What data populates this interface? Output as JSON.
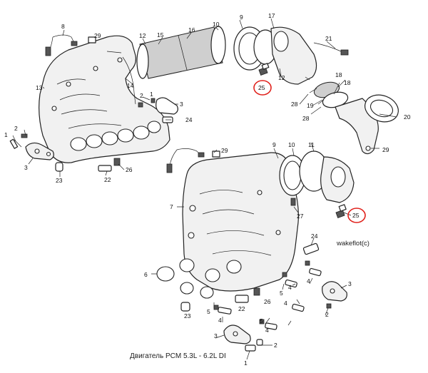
{
  "diagram": {
    "caption": "Двигатель PCM 5.3L - 6.2L DI",
    "watermark": "wakeflot(c)",
    "upper_assembly": {
      "labels": [
        "8",
        "29",
        "12",
        "15",
        "16",
        "10",
        "9",
        "17",
        "21",
        "13",
        "14",
        "2",
        "1",
        "3",
        "24",
        "25",
        "12",
        "18",
        "18",
        "28",
        "19",
        "28",
        "20",
        "29",
        "2",
        "1",
        "3",
        "23",
        "22",
        "26"
      ]
    },
    "lower_assembly": {
      "labels": [
        "29",
        "9",
        "10",
        "11",
        "7",
        "27",
        "25",
        "24",
        "6",
        "5",
        "4",
        "4",
        "3",
        "23",
        "22",
        "26",
        "5",
        "4",
        "2",
        "4",
        "5",
        "4",
        "3",
        "2",
        "1"
      ]
    },
    "highlighted_part": "25",
    "highlight_color": "#e0201a"
  }
}
